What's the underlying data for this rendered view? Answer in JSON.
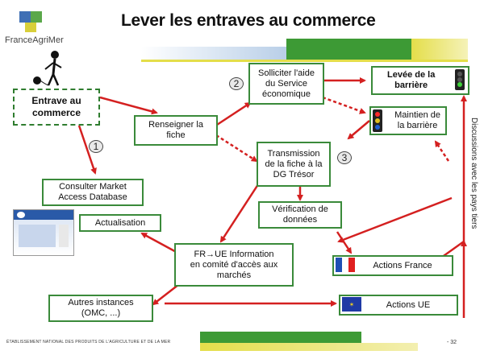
{
  "title": "Lever les entraves au commerce",
  "logo": {
    "name": "FranceAgriMer"
  },
  "nodes": {
    "entrave": "Entrave au\ncommerce",
    "consulter": "Consulter Market\nAccess Database",
    "renseigner": "Renseigner la\nfiche",
    "solliciter": "Solliciter l'aide\ndu Service\néconomique",
    "levee": "Levée de la\nbarrière",
    "maintien": "Maintien de\nla barrière",
    "transmission": "Transmission\nde la fiche à la\nDG Trésor",
    "verification": "Vérification de\ndonnées",
    "actualisation": "Actualisation",
    "fr_ue": "FR→UE Information\nen comité d'accès aux\nmarchés",
    "actions_france": "Actions France",
    "autres": "Autres instances\n(OMC, ...)",
    "actions_ue": "Actions UE"
  },
  "step_numbers": [
    "1",
    "2",
    "3"
  ],
  "side_label": "Discussions avec les pays tiers",
  "footer": {
    "institution": "ÉTABLISSEMENT NATIONAL DES PRODUITS DE L'AGRICULTURE ET DE LA MER",
    "page": "- 32"
  },
  "colors": {
    "arrow": "#d42020",
    "box_border": "#3a8a3a",
    "green_band": "#3d9a35",
    "yellow_band": "#e4de4a",
    "blue_band": "#9bb8dc"
  }
}
